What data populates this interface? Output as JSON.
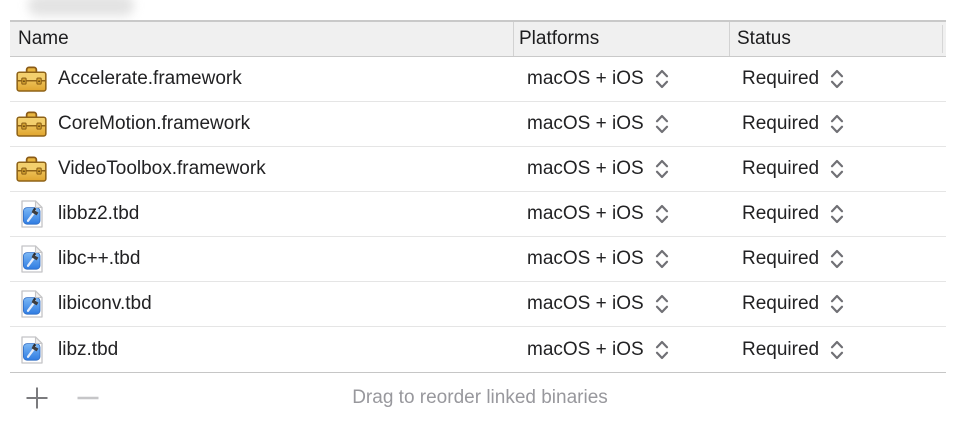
{
  "colors": {
    "header_bg": "#f0f0f0",
    "strong_border": "#c9c9c9",
    "row_divider": "#e5e5e5",
    "text_primary": "#1d1d1f",
    "muted_text": "#98989d",
    "framework_icon_gold": "#e8b33c",
    "tbd_icon_blue": "#3b82e0",
    "stepper_chevron": "#707075"
  },
  "table": {
    "columns": {
      "name": "Name",
      "platforms": "Platforms",
      "status": "Status"
    },
    "rows": [
      {
        "name": "Accelerate.framework",
        "icon": "framework-icon",
        "platforms": "macOS + iOS",
        "status": "Required"
      },
      {
        "name": "CoreMotion.framework",
        "icon": "framework-icon",
        "platforms": "macOS + iOS",
        "status": "Required"
      },
      {
        "name": "VideoToolbox.framework",
        "icon": "framework-icon",
        "platforms": "macOS + iOS",
        "status": "Required"
      },
      {
        "name": "libbz2.tbd",
        "icon": "tbd-file-icon",
        "platforms": "macOS + iOS",
        "status": "Required"
      },
      {
        "name": "libc++.tbd",
        "icon": "tbd-file-icon",
        "platforms": "macOS + iOS",
        "status": "Required"
      },
      {
        "name": "libiconv.tbd",
        "icon": "tbd-file-icon",
        "platforms": "macOS + iOS",
        "status": "Required"
      },
      {
        "name": "libz.tbd",
        "icon": "tbd-file-icon",
        "platforms": "macOS + iOS",
        "status": "Required"
      }
    ]
  },
  "footer": {
    "add_icon": "plus-icon",
    "remove_icon": "minus-icon",
    "hint": "Drag to reorder linked binaries"
  }
}
